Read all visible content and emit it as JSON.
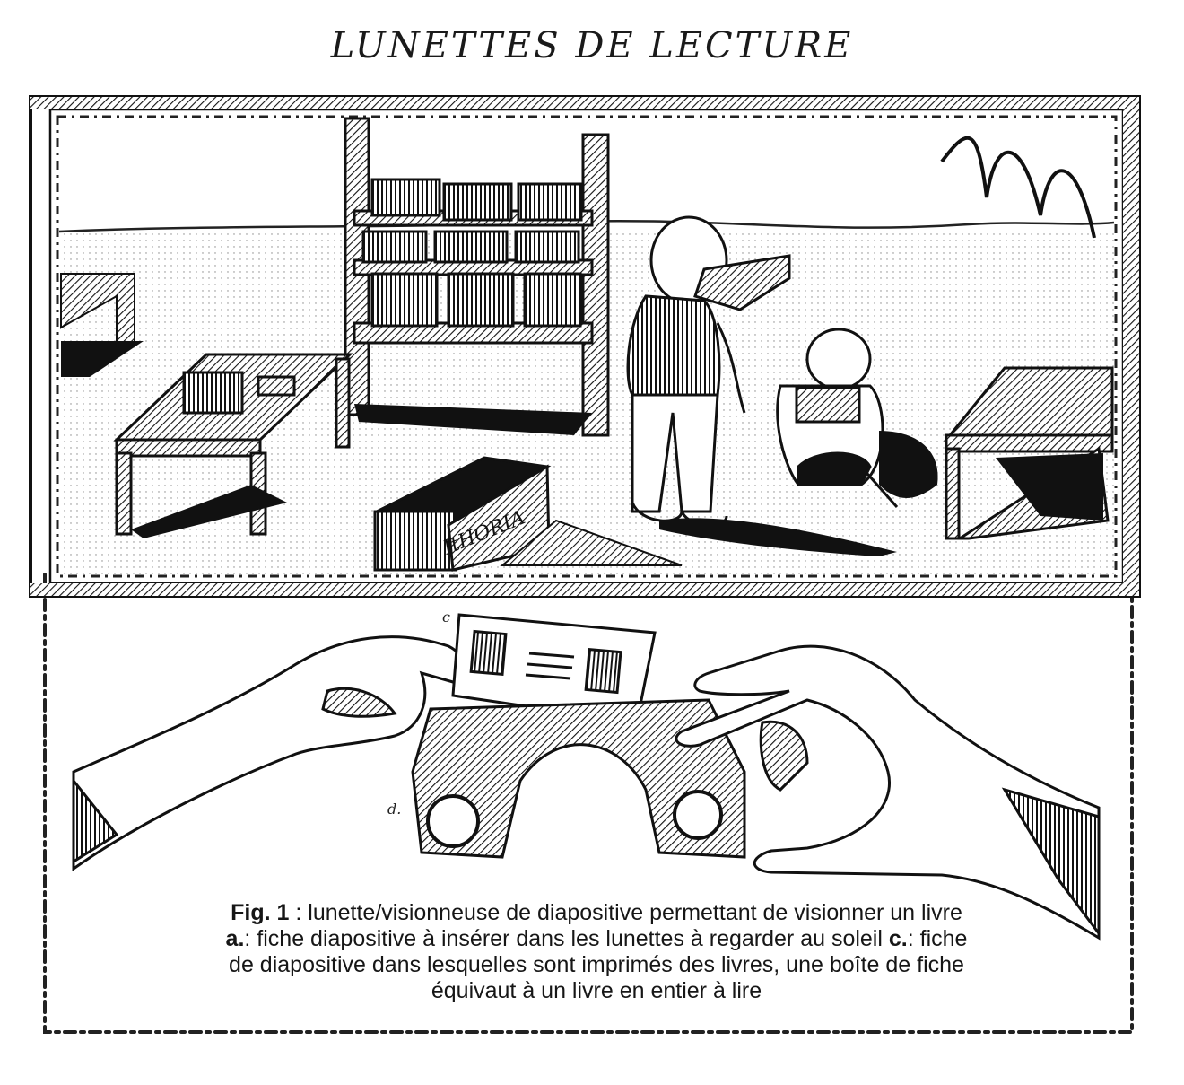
{
  "title": "LUNETTES DE LECTURE",
  "labels": {
    "c": "c",
    "d": "d."
  },
  "box_text": "ItHORIA",
  "caption": {
    "fig": "Fig. 1",
    "line1": " : lunette/visionneuse de diapositive permettant de visionner un livre",
    "a_key": "a.",
    "line2": ": fiche diapositive à insérer dans les lunettes à regarder au soleil ",
    "c_key": "c.",
    "line2b": ": fiche",
    "line3": "de diapositive dans lesquelles sont imprimés des livres, une boîte de fiche",
    "line4": "équivaut à un livre en entier à lire"
  }
}
